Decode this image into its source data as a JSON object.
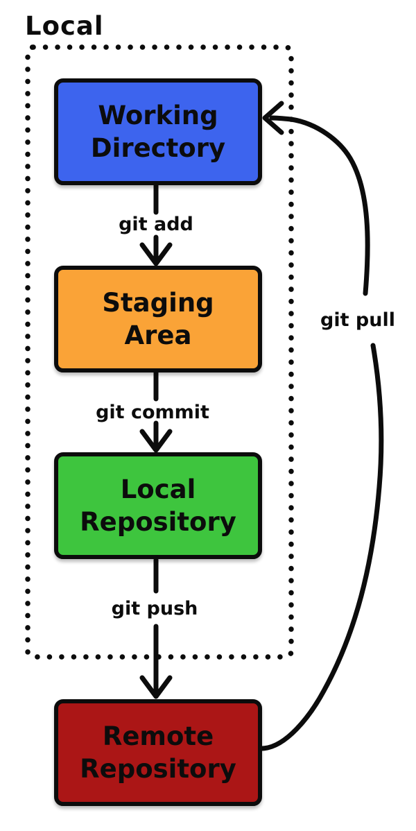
{
  "local_group": {
    "label": "Local"
  },
  "nodes": {
    "working_directory": {
      "line1": "Working",
      "line2": "Directory",
      "fill": "#3D64EE"
    },
    "staging_area": {
      "line1": "Staging",
      "line2": "Area",
      "fill": "#FAA337"
    },
    "local_repository": {
      "line1": "Local",
      "line2": "Repository",
      "fill": "#3EC53E"
    },
    "remote_repository": {
      "line1": "Remote",
      "line2": "Repository",
      "fill": "#AB1616"
    }
  },
  "edge_labels": {
    "git_add": "git add",
    "git_commit": "git commit",
    "git_push": "git push",
    "git_pull": "git pull"
  },
  "stroke_color": "#0c0c0c"
}
